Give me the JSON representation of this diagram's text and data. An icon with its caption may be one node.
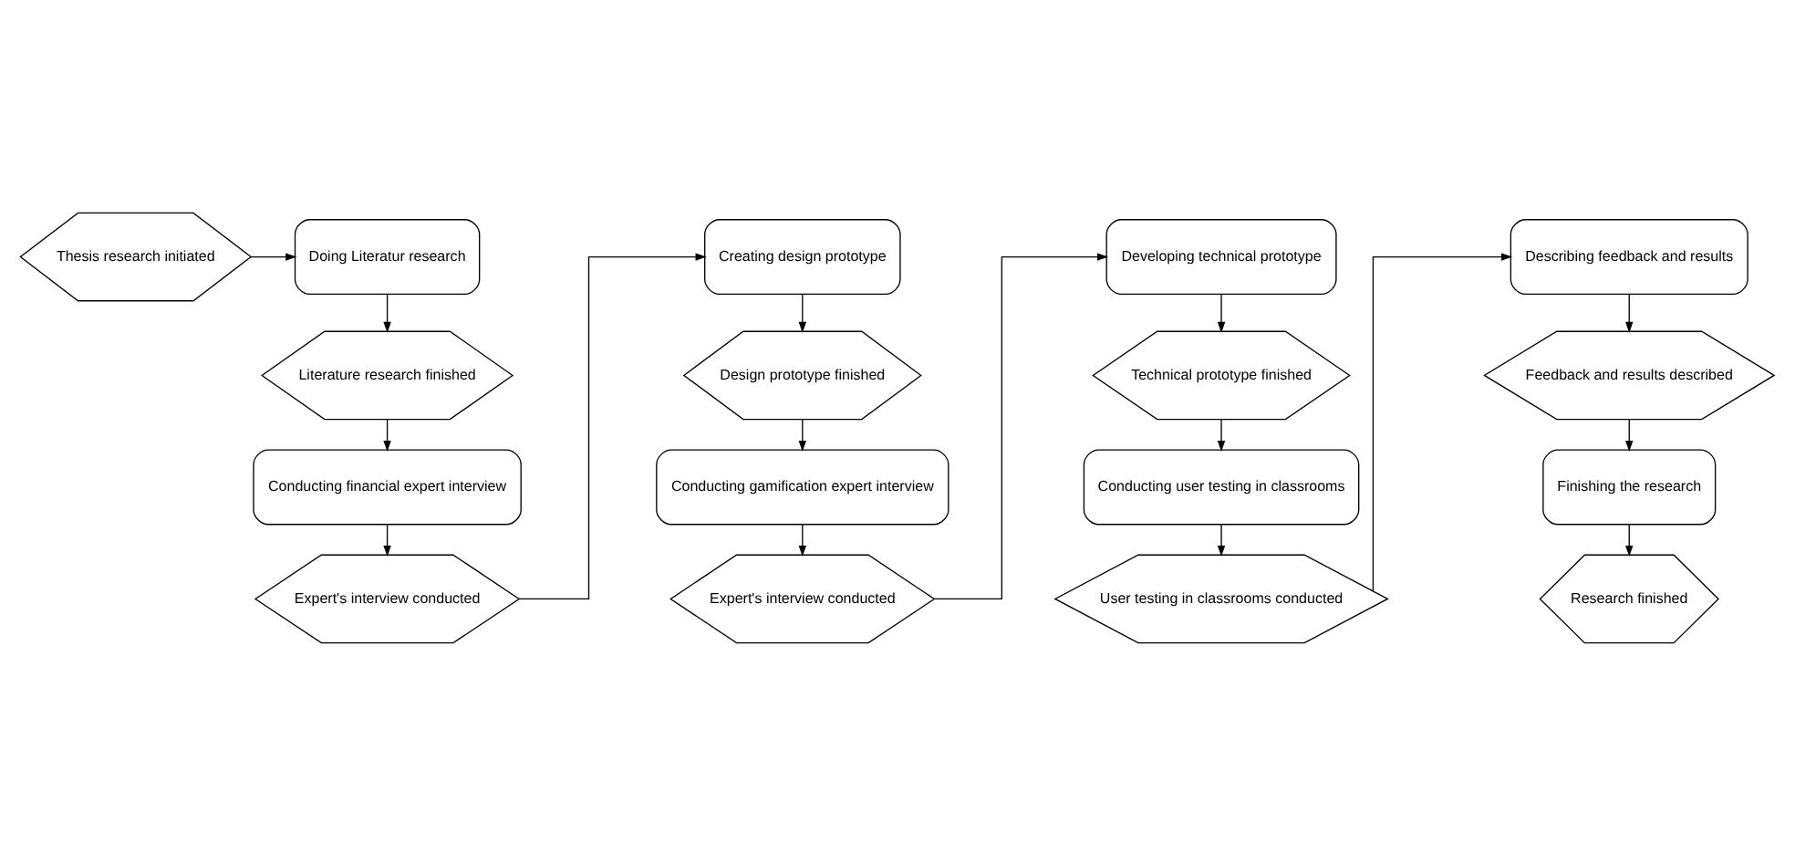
{
  "diagram": {
    "nodes": [
      {
        "text": [
          "Thesis research initiated"
        ]
      },
      {
        "text": [
          "Doing Literatur research"
        ]
      },
      {
        "text": [
          "Literature research finished"
        ]
      },
      {
        "text": [
          "Conducting financial expert interview"
        ]
      },
      {
        "text": [
          "Expert's interview conducted"
        ]
      },
      {
        "text": [
          "Creating design prototype"
        ]
      },
      {
        "text": [
          "Design prototype finished"
        ]
      },
      {
        "text": [
          "Conducting gamification expert interview"
        ]
      },
      {
        "text": [
          "Expert's interview conducted"
        ]
      },
      {
        "text": [
          "Developing technical prototype"
        ]
      },
      {
        "text": [
          "Technical prototype finished"
        ]
      },
      {
        "text": [
          "Conducting user testing in classrooms"
        ]
      },
      {
        "text": [
          "User testing in classrooms conducted"
        ]
      },
      {
        "text": [
          "Describing feedback and results"
        ]
      },
      {
        "text": [
          "Feedback and results described"
        ]
      },
      {
        "text": [
          "Finishing the research"
        ]
      },
      {
        "text": [
          "Research finished"
        ]
      }
    ],
    "edges": [
      {
        "from": 0,
        "to": 1,
        "arrow": "to"
      },
      {
        "from": 1,
        "to": 2,
        "arrow": "to"
      },
      {
        "from": 2,
        "to": 3,
        "arrow": "to"
      },
      {
        "from": 3,
        "to": 4,
        "arrow": "to"
      },
      {
        "from": 4,
        "to": 5,
        "arrow": "to"
      },
      {
        "from": 5,
        "to": 6,
        "arrow": "to"
      },
      {
        "from": 6,
        "to": 7,
        "arrow": "to"
      },
      {
        "from": 7,
        "to": 8,
        "arrow": "to"
      },
      {
        "from": 8,
        "to": 9,
        "arrow": "to"
      },
      {
        "from": 9,
        "to": 10,
        "arrow": "to"
      },
      {
        "from": 10,
        "to": 11,
        "arrow": "to"
      },
      {
        "from": 11,
        "to": 12,
        "arrow": "to"
      },
      {
        "from": 12,
        "to": 13,
        "arrow": "to"
      },
      {
        "from": 13,
        "to": 14,
        "arrow": "to"
      },
      {
        "from": 14,
        "to": 15,
        "arrow": "to"
      },
      {
        "from": 15,
        "to": 16,
        "arrow": "to"
      }
    ]
  }
}
